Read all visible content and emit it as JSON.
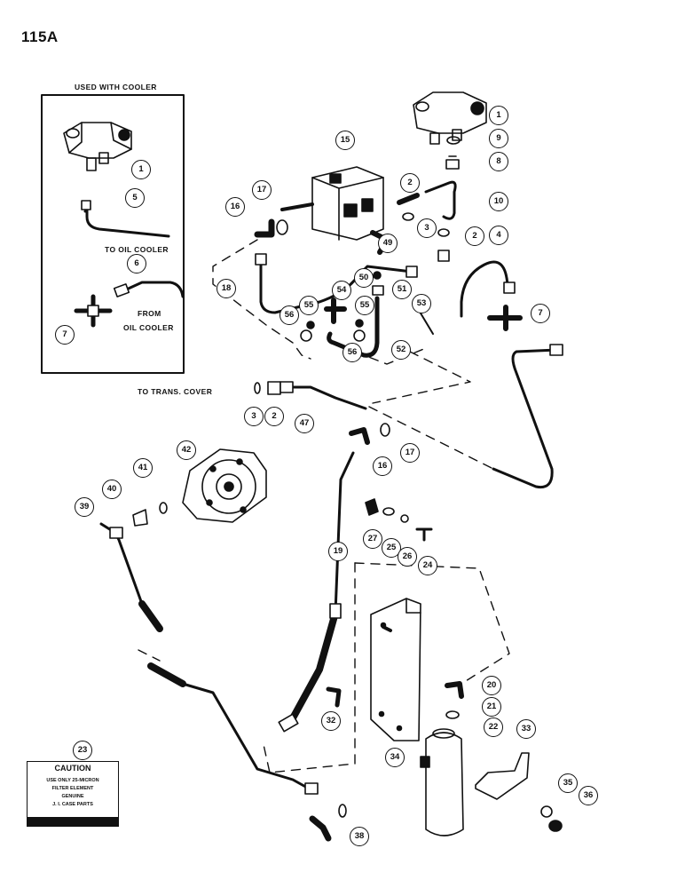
{
  "page_number": "115A",
  "inset": {
    "title": "USED WITH COOLER",
    "to_oil_cooler": "TO OIL COOLER",
    "from_label": "FROM",
    "oil_cooler_label": "OIL COOLER"
  },
  "to_trans_cover": "TO TRANS. COVER",
  "caution_decal": {
    "heading": "CAUTION",
    "line1": "USE ONLY 25-MICRON",
    "line2": "FILTER ELEMENT",
    "line3": "GENUINE",
    "line4": "J. I. CASE PARTS"
  },
  "callouts": [
    {
      "id": "c1a",
      "label": "1"
    },
    {
      "id": "c5",
      "label": "5"
    },
    {
      "id": "c6",
      "label": "6"
    },
    {
      "id": "c7a",
      "label": "7"
    },
    {
      "id": "c1b",
      "label": "1"
    },
    {
      "id": "c9",
      "label": "9"
    },
    {
      "id": "c8",
      "label": "8"
    },
    {
      "id": "c15",
      "label": "15"
    },
    {
      "id": "c2a",
      "label": "2"
    },
    {
      "id": "c10",
      "label": "10"
    },
    {
      "id": "c17a",
      "label": "17"
    },
    {
      "id": "c16a",
      "label": "16"
    },
    {
      "id": "c3a",
      "label": "3"
    },
    {
      "id": "c49",
      "label": "49"
    },
    {
      "id": "c2b",
      "label": "2"
    },
    {
      "id": "c4",
      "label": "4"
    },
    {
      "id": "c50",
      "label": "50"
    },
    {
      "id": "c51",
      "label": "51"
    },
    {
      "id": "c18",
      "label": "18"
    },
    {
      "id": "c54",
      "label": "54"
    },
    {
      "id": "c55a",
      "label": "55"
    },
    {
      "id": "c55b",
      "label": "55"
    },
    {
      "id": "c53",
      "label": "53"
    },
    {
      "id": "c56a",
      "label": "56"
    },
    {
      "id": "c56b",
      "label": "56"
    },
    {
      "id": "c52",
      "label": "52"
    },
    {
      "id": "c7b",
      "label": "7"
    },
    {
      "id": "c3b",
      "label": "3"
    },
    {
      "id": "c2c",
      "label": "2"
    },
    {
      "id": "c47",
      "label": "47"
    },
    {
      "id": "c16b",
      "label": "16"
    },
    {
      "id": "c17b",
      "label": "17"
    },
    {
      "id": "c42",
      "label": "42"
    },
    {
      "id": "c41",
      "label": "41"
    },
    {
      "id": "c40",
      "label": "40"
    },
    {
      "id": "c39",
      "label": "39"
    },
    {
      "id": "c27",
      "label": "27"
    },
    {
      "id": "c25",
      "label": "25"
    },
    {
      "id": "c26",
      "label": "26"
    },
    {
      "id": "c24",
      "label": "24"
    },
    {
      "id": "c19",
      "label": "19"
    },
    {
      "id": "c20",
      "label": "20"
    },
    {
      "id": "c21",
      "label": "21"
    },
    {
      "id": "c22",
      "label": "22"
    },
    {
      "id": "c33",
      "label": "33"
    },
    {
      "id": "c32",
      "label": "32"
    },
    {
      "id": "c34",
      "label": "34"
    },
    {
      "id": "c23",
      "label": "23"
    },
    {
      "id": "c35",
      "label": "35"
    },
    {
      "id": "c36",
      "label": "36"
    },
    {
      "id": "c38",
      "label": "38"
    }
  ]
}
